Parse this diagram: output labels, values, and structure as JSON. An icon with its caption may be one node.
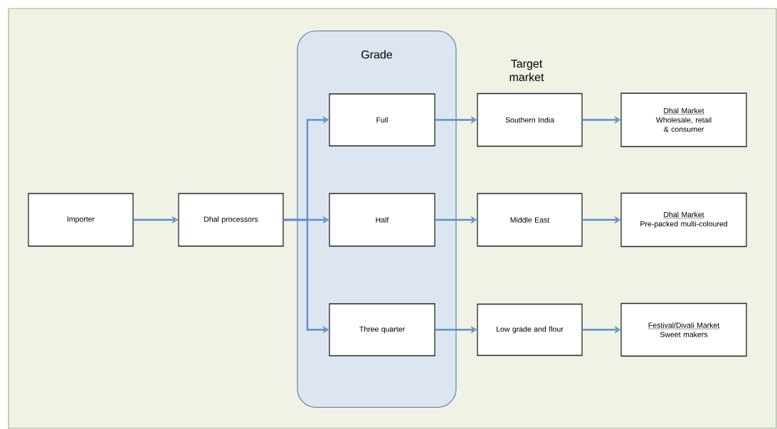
{
  "diagram": {
    "nodes": [
      {
        "text": [
          "Importer"
        ]
      },
      {
        "text": [
          "Dhal processors"
        ]
      },
      {
        "text": [
          "Grade"
        ]
      },
      {
        "text": [
          "Full"
        ],
        "in": 2
      },
      {
        "text": [
          "Half"
        ],
        "in": 2
      },
      {
        "text": [
          "Three quarter"
        ],
        "in": 2
      },
      {
        "text": [
          "Southern India"
        ]
      },
      {
        "text": [
          "Middle East"
        ]
      },
      {
        "text": [
          "Low grade and flour"
        ]
      },
      {
        "text": [
          "Dhal Market",
          "Wholesale, retail & consumer"
        ]
      },
      {
        "text": [
          "Dhal Market",
          "Pre-packed multi-coloured"
        ]
      },
      {
        "text": [
          "Festival/Divali Market",
          "Sweet makers"
        ]
      }
    ],
    "edges": [
      {
        "from": 0,
        "to": 1,
        "arrow": "to"
      },
      {
        "from": 1,
        "to": 3,
        "arrow": "to"
      },
      {
        "from": 1,
        "to": 4,
        "arrow": "to"
      },
      {
        "from": 1,
        "to": 5,
        "arrow": "to"
      },
      {
        "from": 3,
        "to": 6,
        "arrow": "to"
      },
      {
        "from": 4,
        "to": 7,
        "arrow": "to"
      },
      {
        "from": 5,
        "to": 8,
        "arrow": "to"
      },
      {
        "from": 6,
        "to": 9,
        "arrow": "to"
      },
      {
        "from": 7,
        "to": 10,
        "arrow": "to"
      },
      {
        "from": 8,
        "to": 11,
        "arrow": "to"
      }
    ],
    "labels": [
      "Target market"
    ]
  }
}
